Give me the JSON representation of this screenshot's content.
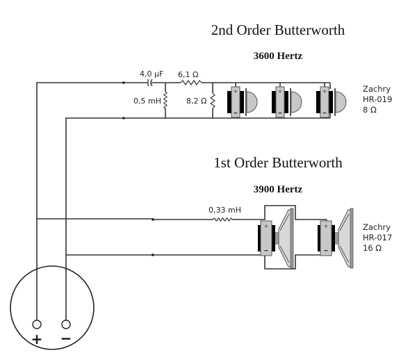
{
  "tweeter_section": {
    "title": "2nd Order Butterworth",
    "frequency": "3600 Hertz",
    "components": {
      "capacitor": "4,0 µF",
      "series_resistor": "6,1 Ω",
      "inductor": "0,5 mH",
      "shunt_resistor": "8,2 Ω"
    },
    "speaker": {
      "brand": "Zachry",
      "model": "HR-019",
      "impedance": "8 Ω",
      "count": 3
    }
  },
  "midrange_section": {
    "title": "1st Order Butterworth",
    "frequency": "3900 Hertz",
    "components": {
      "inductor": "0,33 mH"
    },
    "speaker": {
      "brand": "Zachry",
      "model": "HR-017",
      "impedance": "16 Ω",
      "count": 2
    }
  },
  "connector": {
    "positive_sign": "+",
    "negative_sign": "−"
  }
}
